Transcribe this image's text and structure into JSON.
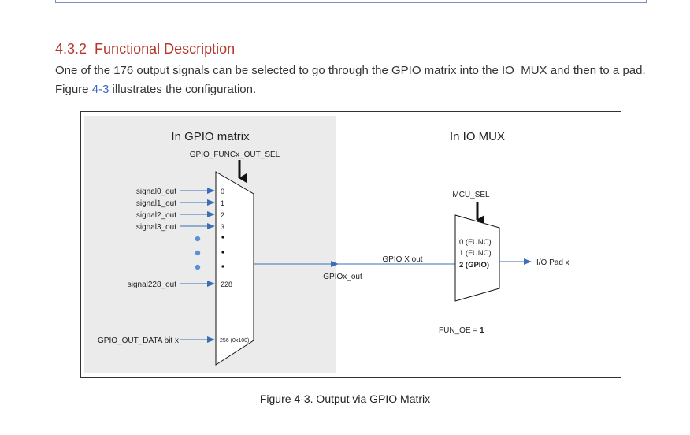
{
  "section": {
    "number": "4.3.2",
    "title": "Functional Description"
  },
  "paragraph": {
    "text_before": "One of the 176 output signals can be selected to go through the GPIO matrix into the IO_MUX and then to a pad. Figure ",
    "figure_ref": "4-3",
    "text_after": " illustrates the configuration."
  },
  "diagram": {
    "gpio_matrix_title": "In GPIO matrix",
    "io_mux_title": "In IO MUX",
    "func_sel_label": "GPIO_FUNCx_OUT_SEL",
    "mcu_sel_label": "MCU_SEL",
    "signals": [
      "signal0_out",
      "signal1_out",
      "signal2_out",
      "signal3_out"
    ],
    "signal_indices": [
      "0",
      "1",
      "2",
      "3"
    ],
    "signal228": "signal228_out",
    "signal228_index": "228",
    "gpio_out_data": "GPIO_OUT_DATA bit x",
    "gpio_out_data_index": "256 (0x100)",
    "gpiox_out": "GPIOx_out",
    "gpio_x_out": "GPIO X out",
    "mux_inputs": [
      "0 (FUNC)",
      "1 (FUNC)",
      "2 (GPIO)"
    ],
    "io_pad": "I/O Pad x",
    "fun_oe": "FUN_OE = ",
    "fun_oe_value": "1",
    "colors": {
      "arrow": "#3b6fb6",
      "dot": "#5b8fd6",
      "matrix_bg": "#ebebeb"
    }
  },
  "caption": "Figure 4-3. Output via GPIO Matrix"
}
